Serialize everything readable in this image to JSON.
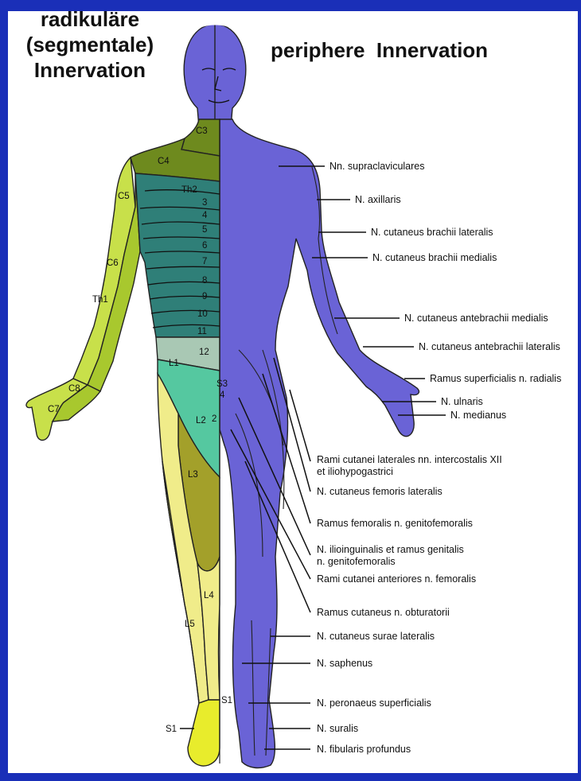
{
  "title_left": [
    "radikuläre",
    "(segmentale)",
    "Innervation"
  ],
  "title_right": "periphere  Innervation",
  "segment_labels": [
    "C3",
    "C4",
    "C5",
    "C6",
    "Th1",
    "C8",
    "C7",
    "Th2",
    "3",
    "4",
    "5",
    "6",
    "7",
    "8",
    "9",
    "10",
    "11",
    "12",
    "L1",
    "L2",
    "L3",
    "L4",
    "L5",
    "S1",
    "S1",
    "S3",
    "4",
    "2"
  ],
  "nerve_labels": [
    "Nn. supraclaviculares",
    "N. axillaris",
    "N. cutaneus brachii lateralis",
    "N. cutaneus brachii medialis",
    "N. cutaneus antebrachii medialis",
    "N. cutaneus antebrachii lateralis",
    "Ramus superficialis n. radialis",
    "N. ulnaris",
    "N. medianus",
    "Rami cutanei laterales nn. intercostalis XII",
    "et iliohypogastrici",
    "N. cutaneus femoris lateralis",
    "Ramus femoralis n. genitofemoralis",
    "N. ilioinguinalis et ramus genitalis",
    "n. genitofemoralis",
    "Rami cutanei anteriores n. femoralis",
    "Ramus cutaneus n. obturatorii",
    "N. cutaneus surae lateralis",
    "N. saphenus",
    "N. peronaeus superficialis",
    "N. suralis",
    "N. fibularis profundus"
  ],
  "colors": {
    "background": "#1a2fb8",
    "peripheral": "#6a63d6",
    "c3_c4": "#6e8a1e",
    "c5": "#c8e04a",
    "c6": "#a8c82e",
    "thoracic": "#2f7f78",
    "l1": "#a9c8b4",
    "l2": "#55c8a0",
    "l3": "#a3a02a",
    "l4": "#f0ec8a",
    "l5": "#e8ec2c"
  }
}
